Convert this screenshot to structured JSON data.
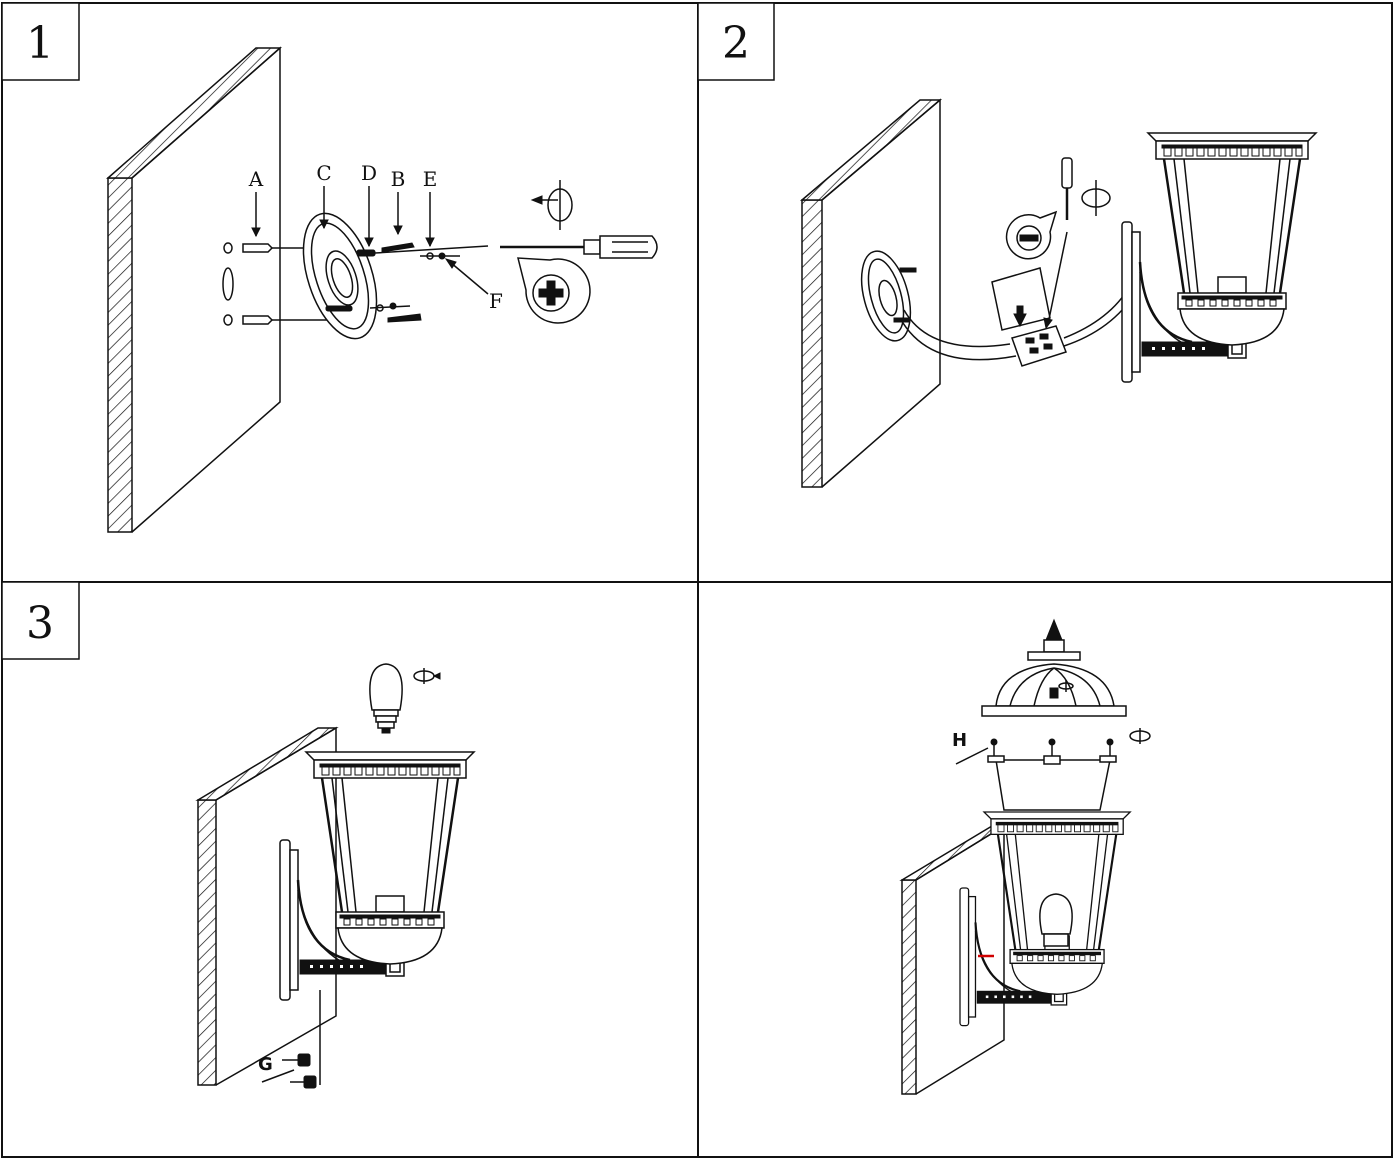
{
  "steps": [
    {
      "number": "1",
      "labels": {
        "a": "A",
        "b": "B",
        "c": "C",
        "d": "D",
        "e": "E",
        "f": "F"
      }
    },
    {
      "number": "2"
    },
    {
      "number": "3",
      "labels": {
        "g": "G"
      }
    },
    {
      "number": "",
      "labels": {
        "h": "H"
      }
    }
  ],
  "colors": {
    "line": "#111111",
    "accent": "#d00000",
    "background": "#ffffff"
  }
}
